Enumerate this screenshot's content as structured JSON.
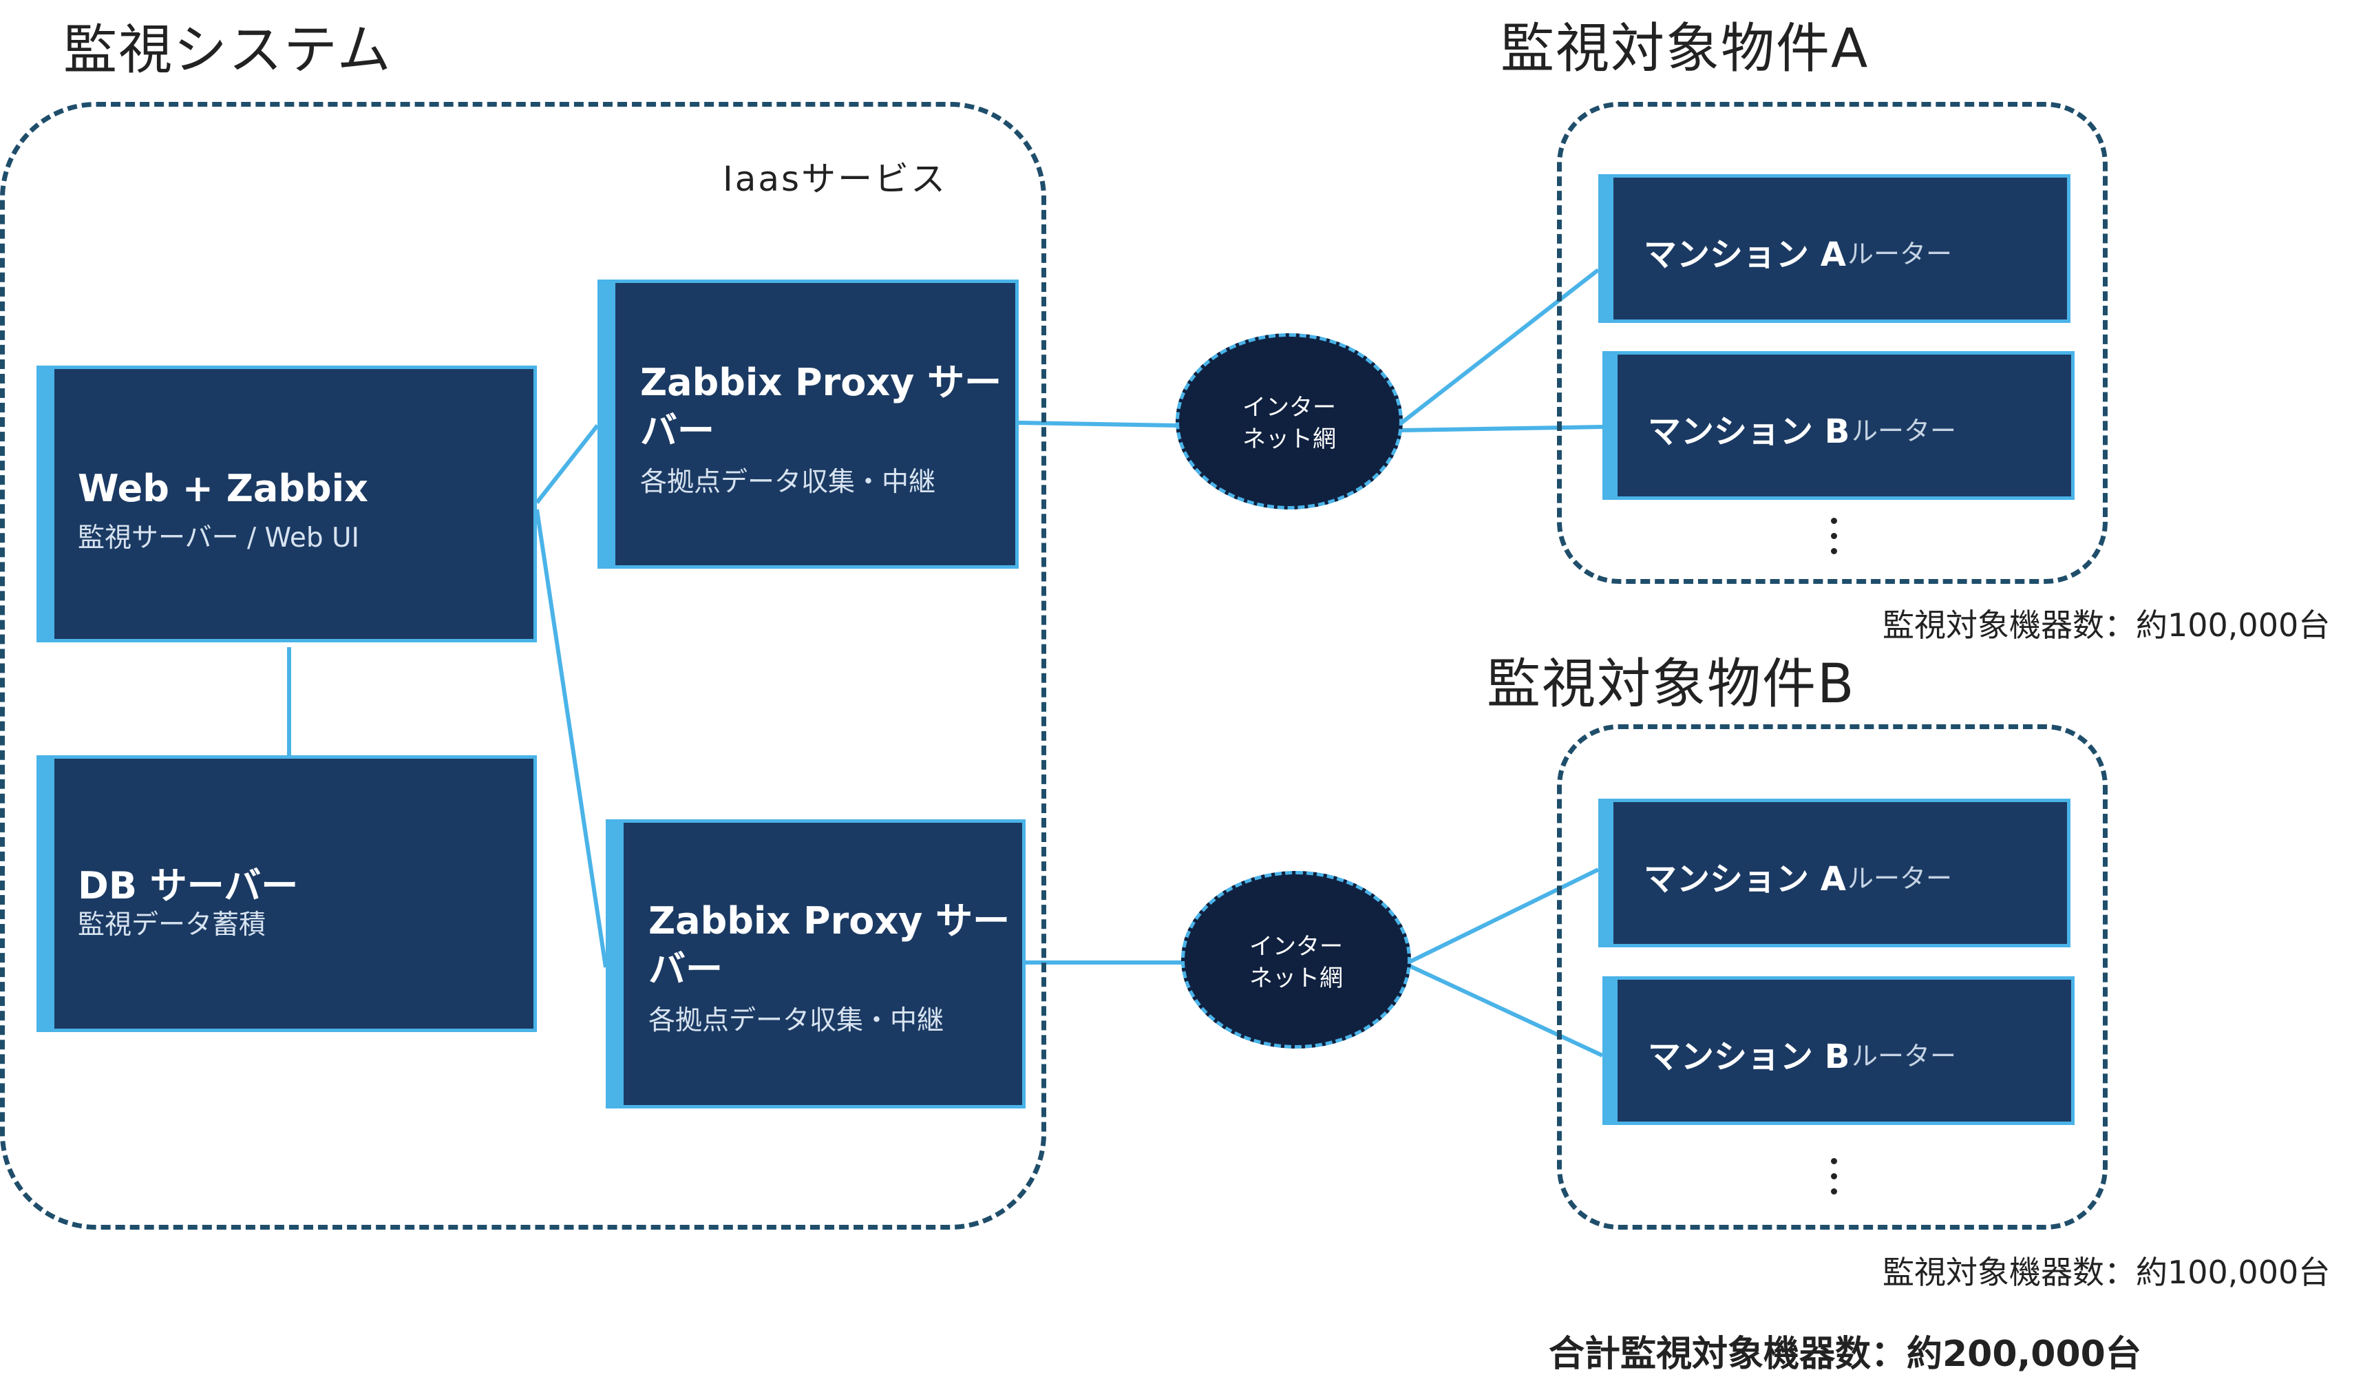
{
  "colors": {
    "node_fill": "#1b3a63",
    "accent_line": "#4ab3e8",
    "group_border": "#1f4e6b",
    "cloud_fill": "#10213f"
  },
  "monitoring_system": {
    "heading": "監視システム",
    "iaas_label": "Iaasサービス",
    "web_server": {
      "title": "Web + Zabbix",
      "subtitle": "監視サーバー / Web UI"
    },
    "db_server": {
      "title": "DB サーバー",
      "subtitle": "監視データ蓄積"
    },
    "proxy_1": {
      "title": "Zabbix Proxy サーバー",
      "subtitle": "各拠点データ収集・中継"
    },
    "proxy_2": {
      "title": "Zabbix Proxy サーバー",
      "subtitle": "各拠点データ収集・中継"
    }
  },
  "internet_1": {
    "line1": "インター",
    "line2": "ネット網"
  },
  "internet_2": {
    "line1": "インター",
    "line2": "ネット網"
  },
  "site_a": {
    "heading": "監視対象物件A",
    "router_1": {
      "name": "マンション A",
      "tag": "ルーター"
    },
    "router_2": {
      "name": "マンション B",
      "tag": "ルーター"
    },
    "device_count": "監視対象機器数：約100,000台"
  },
  "site_b": {
    "heading": "監視対象物件B",
    "router_1": {
      "name": "マンション A",
      "tag": "ルーター"
    },
    "router_2": {
      "name": "マンション B",
      "tag": "ルーター"
    },
    "device_count": "監視対象機器数：約100,000台"
  },
  "total_count": "合計監視対象機器数：約200,000台"
}
